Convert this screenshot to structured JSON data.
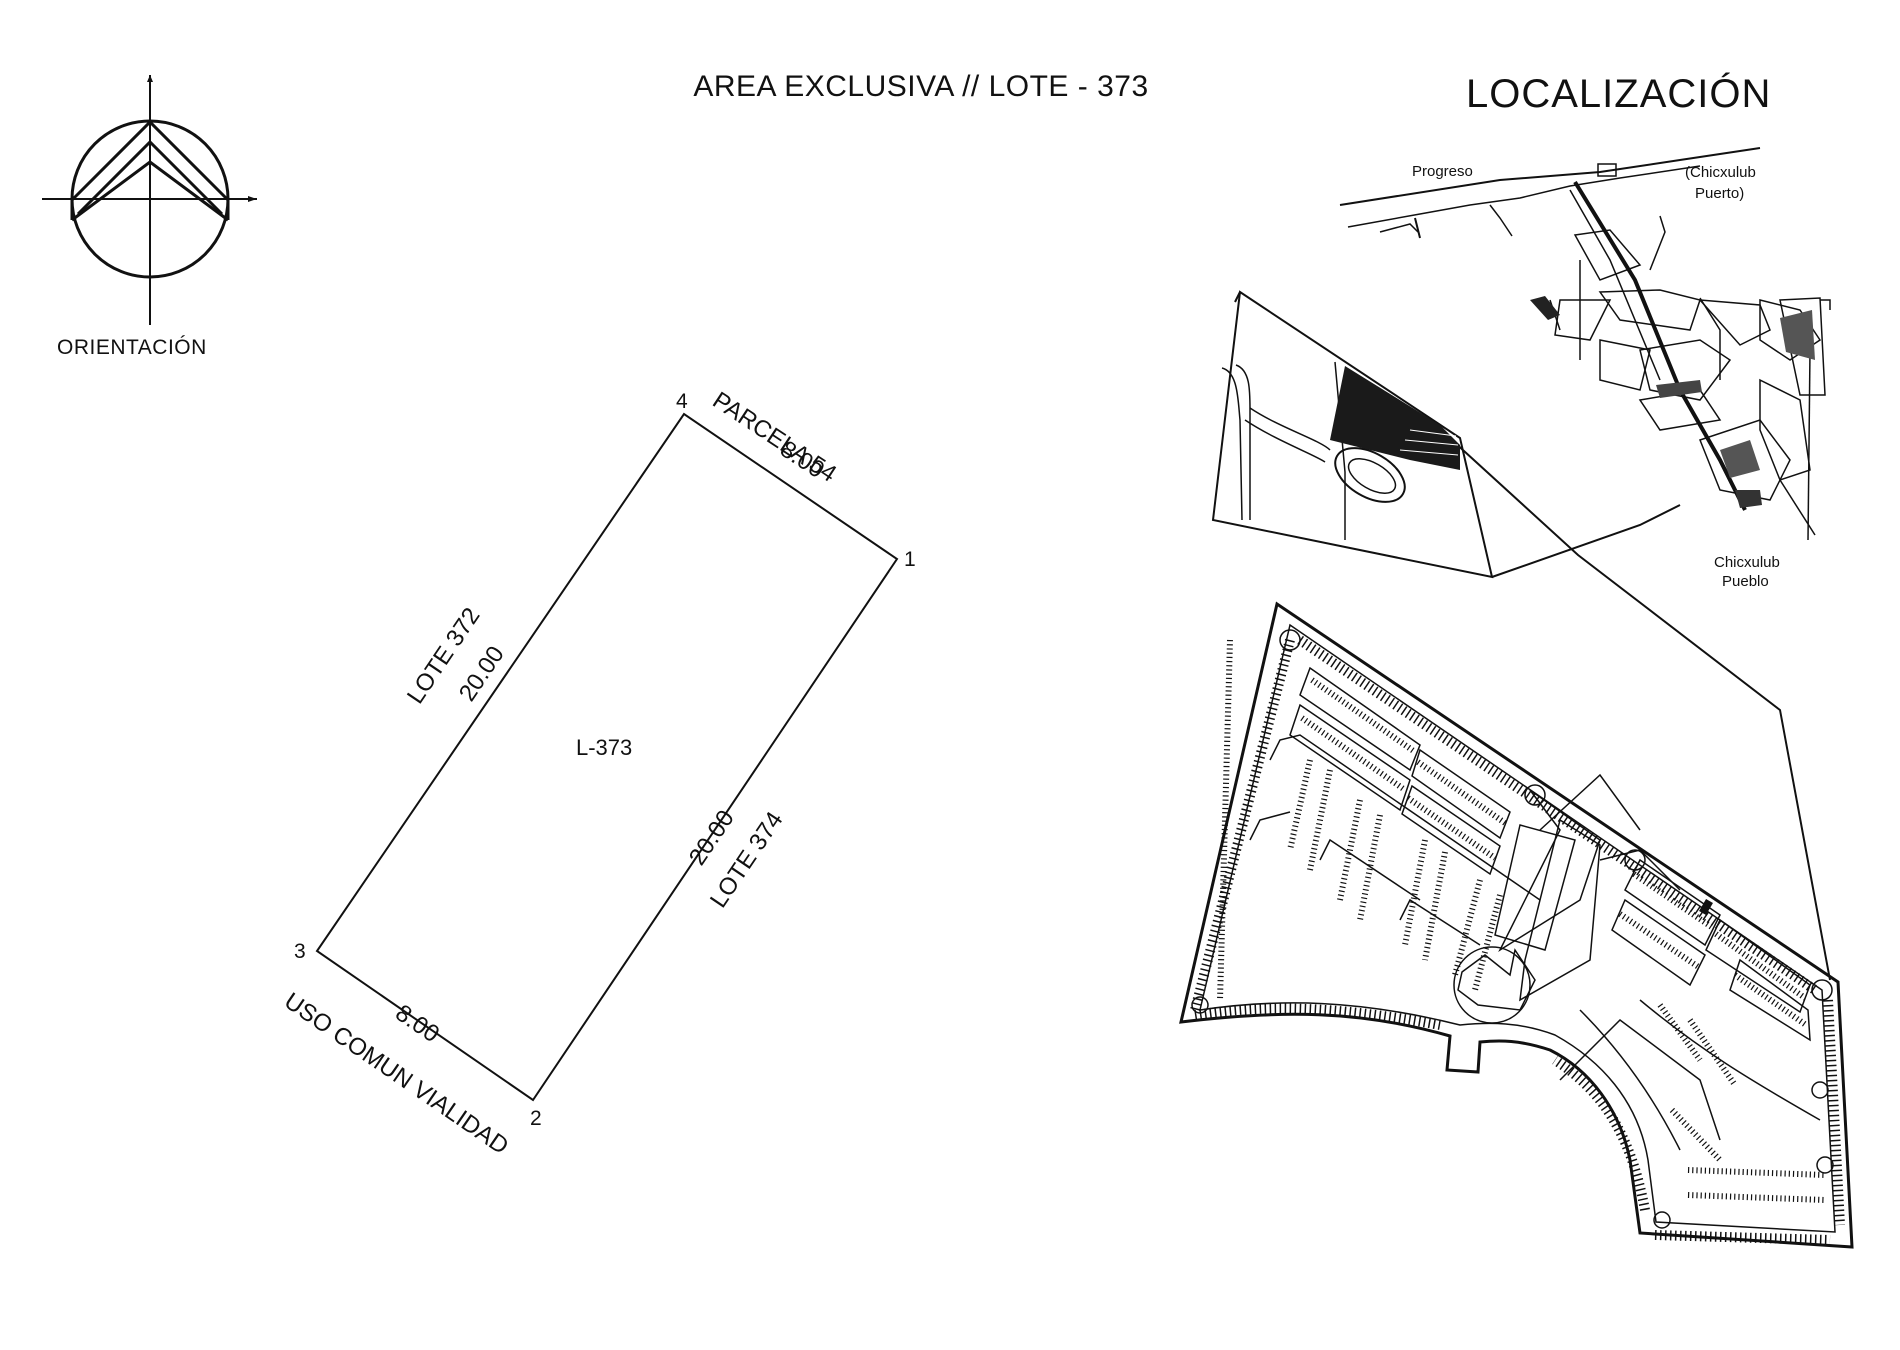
{
  "title": "AREA EXCLUSIVA // LOTE - 373",
  "location_title": "LOCALIZACIÓN",
  "orientation_label": "ORIENTACIÓN",
  "lot": {
    "name": "L-373",
    "vertices": [
      "1",
      "2",
      "3",
      "4"
    ],
    "sides": {
      "north_name": "PARCELA 54",
      "north_length": "8.00",
      "west_name": "LOTE 372",
      "west_length": "20.00",
      "east_name": "LOTE 374",
      "east_length": "20.00",
      "south_name": "USO COMUN VIALIDAD",
      "south_length": "8.00"
    }
  },
  "locality_map": {
    "places": {
      "progreso": "Progreso",
      "chicxulub_puerto_1": "(Chicxulub",
      "chicxulub_puerto_2": "Puerto)",
      "chicxulub_pueblo_1": "Chicxulub",
      "chicxulub_pueblo_2": "Pueblo"
    }
  },
  "colors": {
    "line": "#111111",
    "background": "#ffffff"
  }
}
